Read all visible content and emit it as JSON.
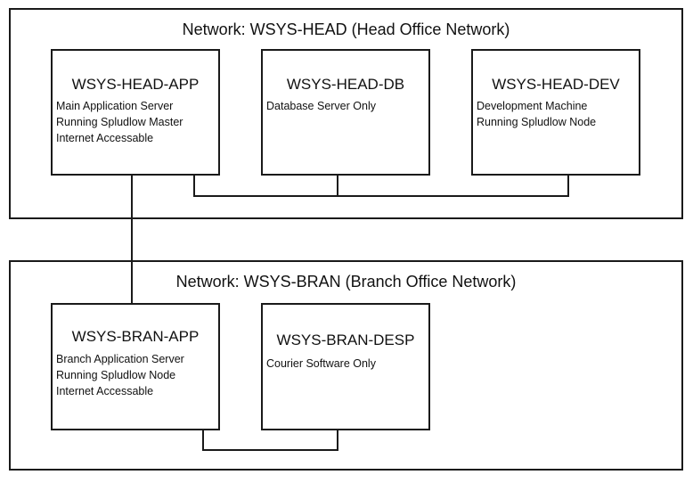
{
  "head_network": {
    "title": "Network: WSYS-HEAD (Head Office Network)",
    "nodes": [
      {
        "name": "WSYS-HEAD-APP",
        "lines": [
          "Main Application Server",
          "Running Spludlow Master",
          "Internet Accessable"
        ]
      },
      {
        "name": "WSYS-HEAD-DB",
        "lines": [
          "Database Server Only"
        ]
      },
      {
        "name": "WSYS-HEAD-DEV",
        "lines": [
          "Development Machine",
          "Running Spludlow Node"
        ]
      }
    ]
  },
  "branch_network": {
    "title": "Network: WSYS-BRAN (Branch Office Network)",
    "nodes": [
      {
        "name": "WSYS-BRAN-APP",
        "lines": [
          "Branch Application Server",
          "Running Spludlow Node",
          "Internet Accessable"
        ]
      },
      {
        "name": "WSYS-BRAN-DESP",
        "lines": [
          "Courier Software Only"
        ]
      }
    ]
  },
  "colors": {
    "line": "#1a1a1a",
    "background": "#ffffff",
    "text": "#111111"
  }
}
